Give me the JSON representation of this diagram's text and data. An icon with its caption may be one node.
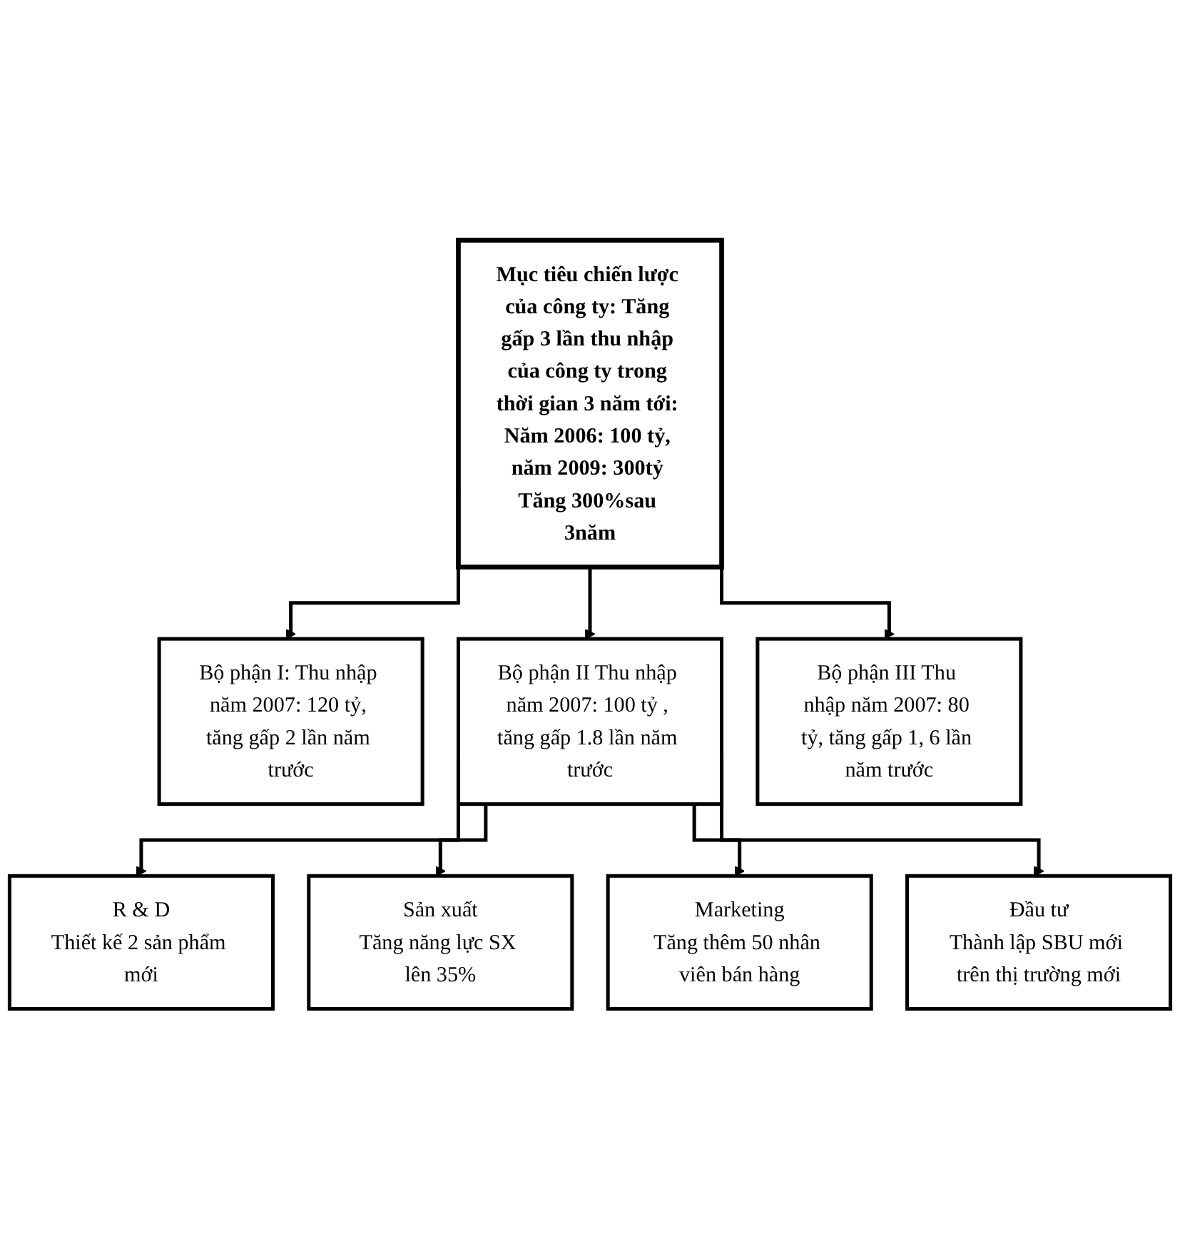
{
  "diagram": {
    "nodes": [
      {
        "text": [
          "Mục tiêu chiến lược của công ty: Tăng gấp 3 lần thu nhập của công ty trong thời gian 3 năm tới: Năm 2006: 100 tỷ, năm 2009: 300tỷ Tăng 300%sau 3năm"
        ]
      },
      {
        "text": [
          "Bộ phận I: Thu nhập năm 2007: 120 tỷ, tăng gấp 2 lần năm trước"
        ]
      },
      {
        "text": [
          "Bộ phận II Thu nhập năm 2007: 100 tỷ , tăng gấp 1.8 lần năm trước"
        ]
      },
      {
        "text": [
          "Bộ phận III Thu nhập năm 2007: 80 tỷ, tăng gấp 1, 6 lần năm trước"
        ]
      },
      {
        "text": [
          "R & D",
          "Thiết kế 2 sản phẩm mới"
        ]
      },
      {
        "text": [
          "Sản xuất",
          "Tăng năng lực SX lên 35%"
        ]
      },
      {
        "text": [
          "Marketing",
          "Tăng thêm 50 nhân viên bán hàng"
        ]
      },
      {
        "text": [
          "Đầu tư",
          "Thành lập SBU mới trên thị trường mới"
        ]
      }
    ],
    "edges": [
      {
        "from": 0,
        "to": 1,
        "arrow": "to"
      },
      {
        "from": 0,
        "to": 2,
        "arrow": "to"
      },
      {
        "from": 0,
        "to": 3,
        "arrow": "to"
      },
      {
        "from": 2,
        "to": 4,
        "arrow": "to"
      },
      {
        "from": 2,
        "to": 5,
        "arrow": "to"
      },
      {
        "from": 2,
        "to": 6,
        "arrow": "to"
      },
      {
        "from": 2,
        "to": 7,
        "arrow": "to"
      }
    ]
  }
}
